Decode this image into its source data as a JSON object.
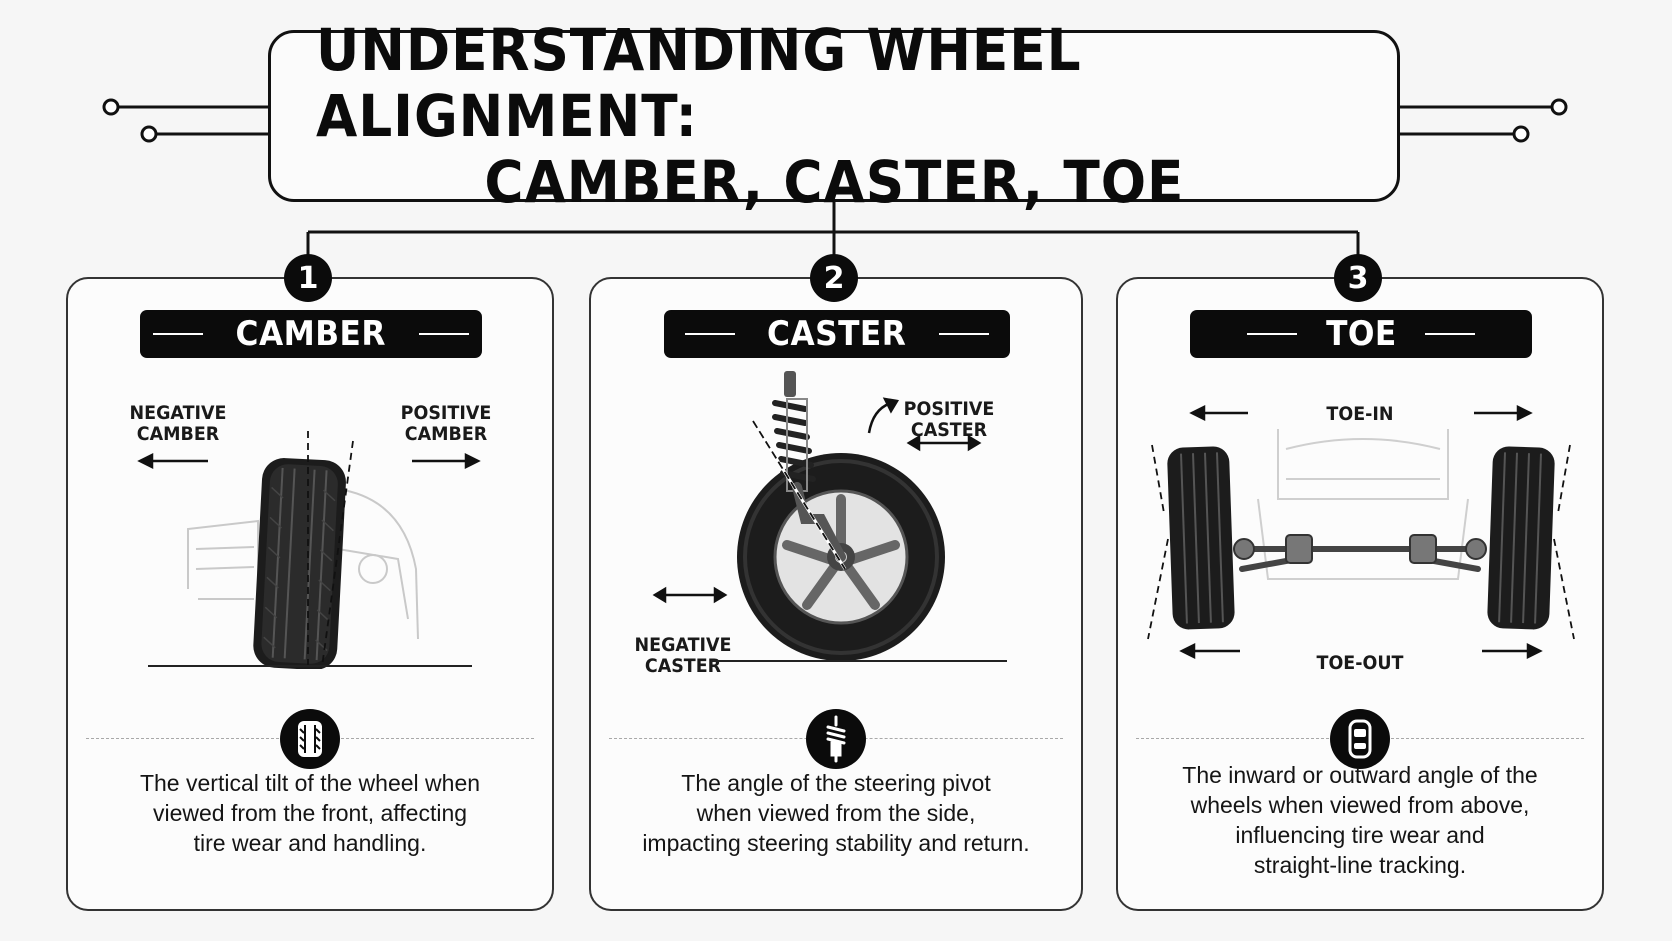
{
  "title": {
    "line1": "UNDERSTANDING WHEEL ALIGNMENT:",
    "line2": "CAMBER, CASTER, TOE"
  },
  "panels": [
    {
      "number": "1",
      "label": "CAMBER",
      "negative_label": [
        "NEGATIVE",
        "CAMBER"
      ],
      "positive_label": [
        "POSITIVE",
        "CAMBER"
      ],
      "icon": "tire-tread-icon",
      "description": [
        "The vertical tilt of the wheel when",
        "viewed from the front, affecting",
        "tire wear and handling."
      ]
    },
    {
      "number": "2",
      "label": "CASTER",
      "positive_label": [
        "POSITIVE",
        "CASTER"
      ],
      "negative_label": [
        "NEGATIVE",
        "CASTER"
      ],
      "icon": "shock-absorber-icon",
      "description": [
        "The angle of the steering pivot",
        "when viewed from the side,",
        "impacting steering stability and return."
      ]
    },
    {
      "number": "3",
      "label": "TOE",
      "toe_in_label": "TOE-IN",
      "toe_out_label": "TOE-OUT",
      "icon": "car-top-view-icon",
      "description": [
        "The inward or outward angle of the",
        "wheels when viewed from above,",
        "influencing tire wear and",
        "straight-line tracking."
      ]
    }
  ],
  "colors": {
    "background": "#f6f6f6",
    "ink": "#0b0b0b",
    "panel_border": "#333333"
  }
}
